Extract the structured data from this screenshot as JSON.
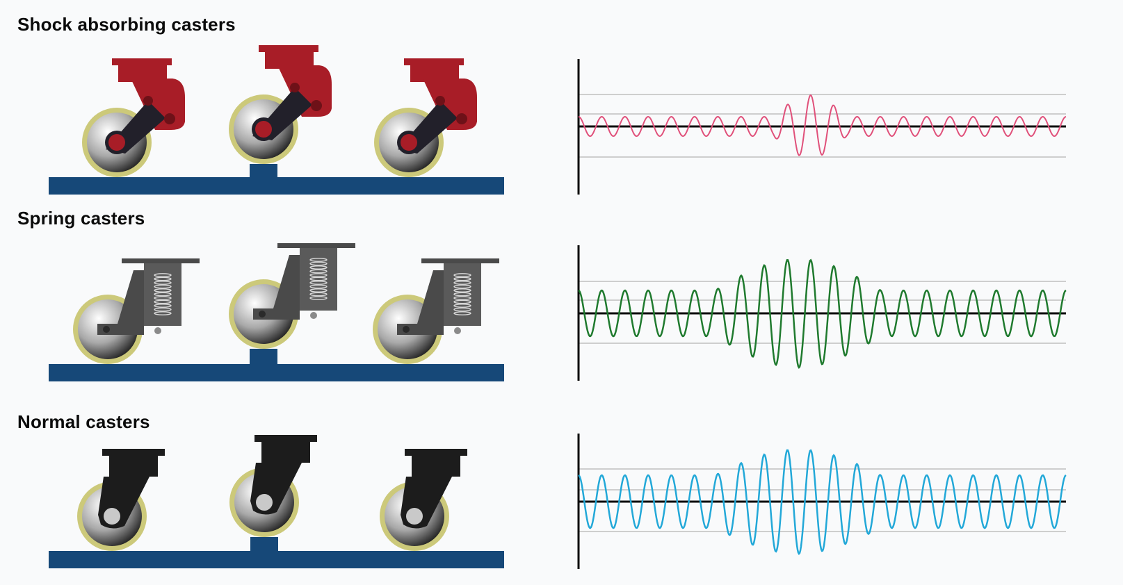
{
  "sections": [
    {
      "title": "Shock absorbing casters",
      "caster_type": "shock-absorbing",
      "wave_color": "#e0507a",
      "caster_color": "#a81d27"
    },
    {
      "title": "Spring casters",
      "caster_type": "spring",
      "wave_color": "#1f7a2e",
      "caster_color": "#4a4a4a"
    },
    {
      "title": "Normal casters",
      "caster_type": "normal",
      "wave_color": "#22a8d8",
      "caster_color": "#1c1c1c"
    }
  ],
  "colors": {
    "floor": "#164878",
    "wheel_tire": "#ccc97a",
    "axis": "#0a0a0a",
    "grid": "#b4b4b4"
  }
}
